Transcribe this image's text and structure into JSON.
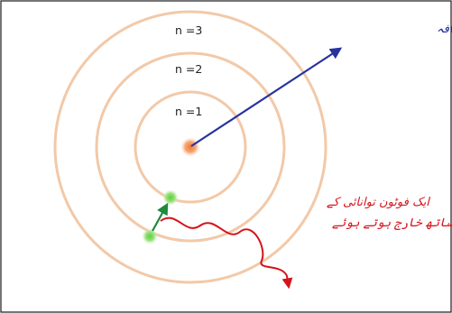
{
  "orbits": [
    {
      "label": "n =1"
    },
    {
      "label": "n =2"
    },
    {
      "label": "n =3"
    }
  ],
  "annotations": {
    "energy_increase": "مداروں کی توانائی میں اضافہ",
    "photon_line1": "ایک فوٹون توانائی کے",
    "photon_line2": "ساتھ خارج ہوتے ہوئے"
  },
  "colors": {
    "orbit": "#f2c9a8",
    "nucleus": "#f28a4a",
    "electron": "#7ed957",
    "energy_arrow": "#27339e",
    "transition_arrow": "#1e8a3c",
    "photon": "#d4141c"
  }
}
